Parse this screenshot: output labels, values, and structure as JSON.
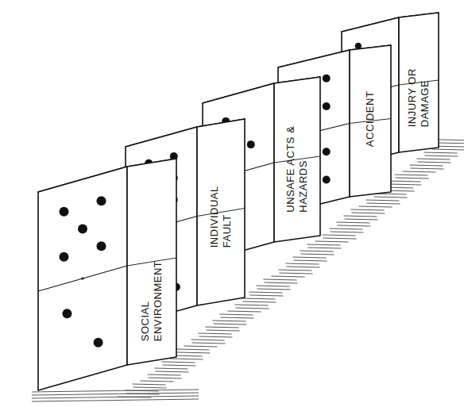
{
  "diagram": {
    "nodes": [
      {
        "text": [
          "SOCIAL ENVIRONMENT"
        ]
      },
      {
        "text": [
          "INDIVIDUAL FAULT"
        ]
      },
      {
        "text": [
          "UNSAFE ACTS & HAZARDS"
        ]
      },
      {
        "text": [
          "ACCIDENT"
        ]
      },
      {
        "text": [
          "INJURY OR DAMAGE"
        ]
      }
    ]
  }
}
